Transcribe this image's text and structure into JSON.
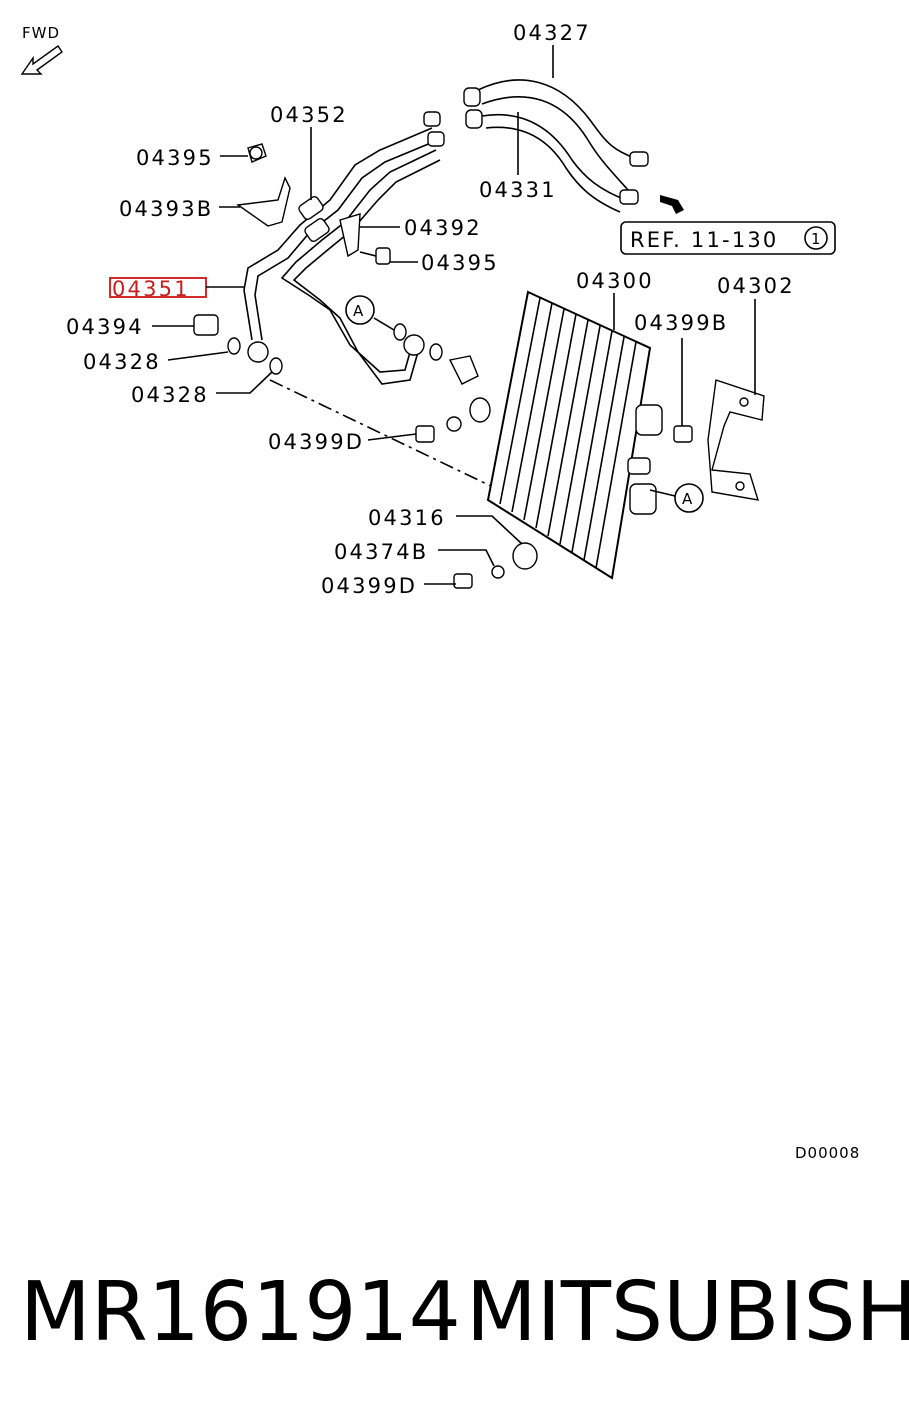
{
  "fwd_label": "FWD",
  "ref_label": "REF. 11-130",
  "ref_circle": "1",
  "ref_marker": "A",
  "diagram_code": "D00008",
  "part_number": "MR161914",
  "brand": "MITSUBISHI",
  "highlighted_callout": "04351",
  "callouts": {
    "c04327": "04327",
    "c04352": "04352",
    "c04395a": "04395",
    "c04331": "04331",
    "c04393b": "04393B",
    "c04392": "04392",
    "c04395b": "04395",
    "c04351": "04351",
    "c04300": "04300",
    "c04302": "04302",
    "c04394": "04394",
    "c04399b": "04399B",
    "c04328a": "04328",
    "c04328b": "04328",
    "c04399d_a": "04399D",
    "c04316": "04316",
    "c04374b": "04374B",
    "c04399d_b": "04399D"
  }
}
